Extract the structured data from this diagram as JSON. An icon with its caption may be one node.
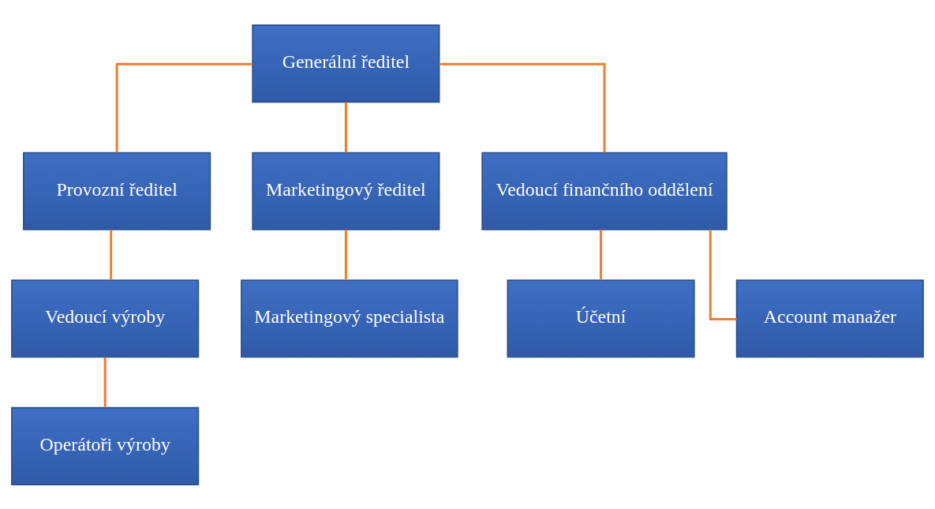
{
  "diagram": {
    "nodes": [
      {
        "text": [
          "Generální ředitel"
        ]
      },
      {
        "text": [
          "Provozní ředitel"
        ]
      },
      {
        "text": [
          "Marketingový ředitel"
        ]
      },
      {
        "text": [
          "Vedoucí finančního oddělení"
        ]
      },
      {
        "text": [
          "Vedoucí výroby"
        ]
      },
      {
        "text": [
          "Operátoři výroby"
        ]
      },
      {
        "text": [
          "Marketingový specialista"
        ]
      },
      {
        "text": [
          "Účetní"
        ]
      },
      {
        "text": [
          "Account manažer"
        ]
      }
    ],
    "edges": [
      {
        "from": 0,
        "to": 1,
        "arrow": "none"
      },
      {
        "from": 0,
        "to": 2,
        "arrow": "none"
      },
      {
        "from": 0,
        "to": 3,
        "arrow": "none"
      },
      {
        "from": 1,
        "to": 4,
        "arrow": "none"
      },
      {
        "from": 4,
        "to": 5,
        "arrow": "none"
      },
      {
        "from": 2,
        "to": 6,
        "arrow": "none"
      },
      {
        "from": 3,
        "to": 7,
        "arrow": "none"
      },
      {
        "from": 3,
        "to": 8,
        "arrow": "none"
      }
    ]
  }
}
